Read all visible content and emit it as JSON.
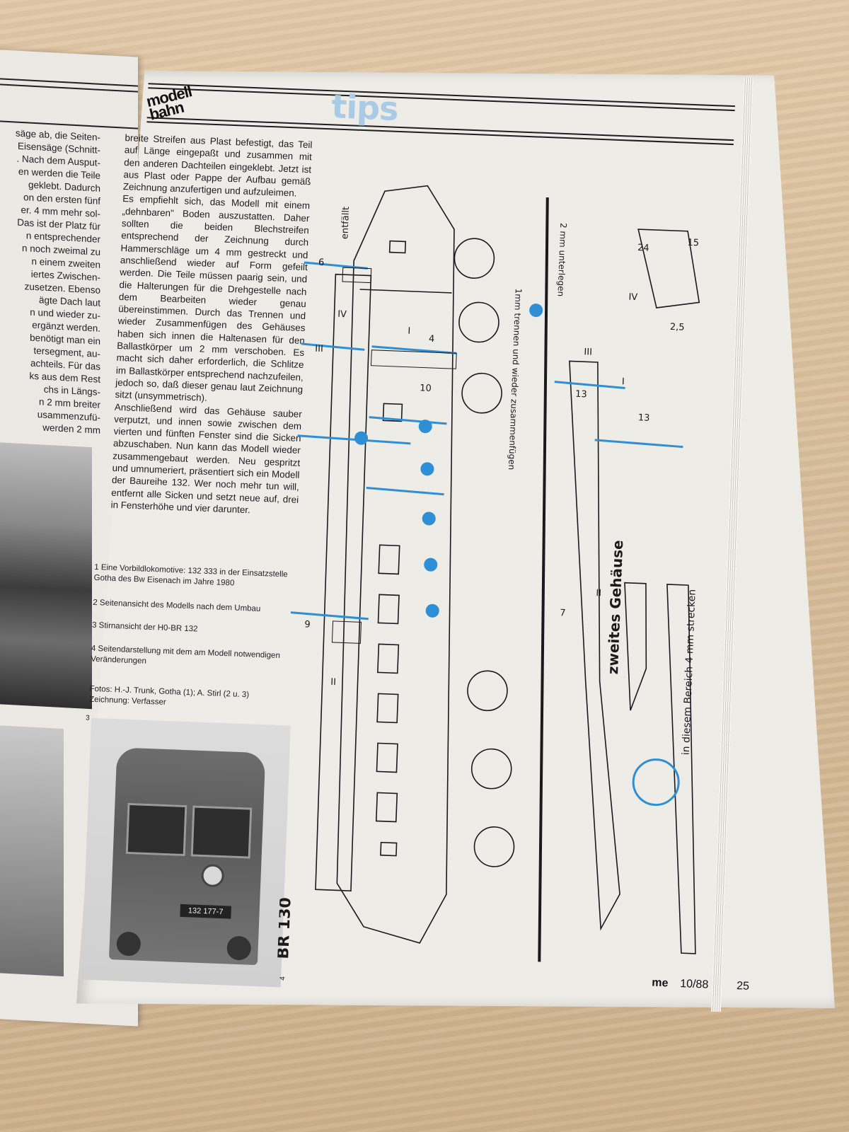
{
  "left_page": {
    "lines": [
      "säge ab, die Seiten-",
      "Eisensäge (Schnitt-",
      ". Nach dem Ausput-",
      "en werden die Teile",
      "geklebt. Dadurch",
      "on den ersten fünf",
      "er. 4 mm mehr sol-",
      "Das ist der Platz für",
      "n entsprechender",
      "n noch zweimal zu",
      "n einem zweiten",
      "iertes Zwischen-",
      "zusetzen. Ebenso",
      "ägte Dach laut",
      "n und wieder zu-",
      "ergänzt werden.",
      "benötigt man ein",
      "tersegment, au-",
      "achteils. Für das",
      "ks aus dem Rest",
      "chs in Längs-",
      "n 2 mm breiter",
      "usammenzufü-",
      "werden 2 mm"
    ]
  },
  "header": {
    "section_line1": "modell",
    "section_line2": "bahn",
    "tips": "tips"
  },
  "article": {
    "paragraphs": [
      "breite Streifen aus Plast befestigt, das Teil auf Länge eingepaßt und zusammen mit den anderen Dachteilen eingeklebt. Jetzt ist aus Plast oder Pappe der Aufbau gemäß Zeichnung anzufertigen und aufzuleimen.",
      "Es empfiehlt sich, das Modell mit einem „dehnbaren\" Boden auszustatten. Daher sollten die beiden Blechstreifen entsprechend der Zeichnung durch Hammerschläge um 4 mm gestreckt und anschließend wieder auf Form gefeilt werden. Die Teile müssen paarig sein, und die Halterungen für die Drehgestelle nach dem Bearbeiten wieder genau übereinstimmen. Durch das Trennen und wieder Zusammenfügen des Gehäuses haben sich innen die Haltenasen für den Ballastkörper um 2 mm verschoben. Es macht sich daher erforderlich, die Schlitze im Ballastkörper entsprechend nachzufeilen, jedoch so, daß dieser genau laut Zeichnung sitzt (unsymmetrisch).",
      "Anschließend wird das Gehäuse sauber verputzt, und innen sowie zwischen dem vierten und fünften Fenster sind die Sicken abzuschaben. Nun kann das Modell wieder zusammengebaut werden. Neu gespritzt und umnumeriert, präsentiert sich ein Modell der Baureihe 132. Wer noch mehr tun will, entfernt alle Sicken und setzt neue auf, drei in Fensterhöhe und vier darunter."
    ]
  },
  "captions": [
    "1 Eine Vorbildlokomotive: 132 333 in der Einsatzstelle Gotha des Bw Eisenach im Jahre 1980",
    "2 Seitenansicht des Modells nach dem Umbau",
    "3 Stirnansicht der H0-BR 132",
    "4 Seitendarstellung mit dem am Modell notwendigen Veränderungen"
  ],
  "credits": {
    "photos": "Fotos: H.-J. Trunk, Gotha (1); A. Stirl (2 u. 3)",
    "drawing": "Zeichnung: Verfasser"
  },
  "photo3": {
    "number": "3",
    "plate": "132 177-7"
  },
  "figure4_number": "4",
  "drawing": {
    "model_label": "BR 130",
    "entfaellt": "entfällt",
    "legend_cut": "1mm trennen und wieder zusammenfügen",
    "legend_shim": "2 mm unterlegen",
    "second_housing": "zweites Gehäuse",
    "stretch_note": "in diesem Bereich 4 mm strecken",
    "dims": {
      "d6": "6",
      "d4": "4",
      "d10": "10",
      "d9": "9",
      "d13a": "13",
      "d13b": "13",
      "d7": "7",
      "d24": "24",
      "d15": "15",
      "d25": "2,5"
    },
    "roman": {
      "r1": "I",
      "r2": "II",
      "r3": "III",
      "r4": "IV"
    },
    "colors": {
      "accent_blue": "#2f8fd6",
      "ink": "#1a1a1a"
    }
  },
  "footer": {
    "magazine": "me",
    "issue": "10/88",
    "page": "25"
  }
}
